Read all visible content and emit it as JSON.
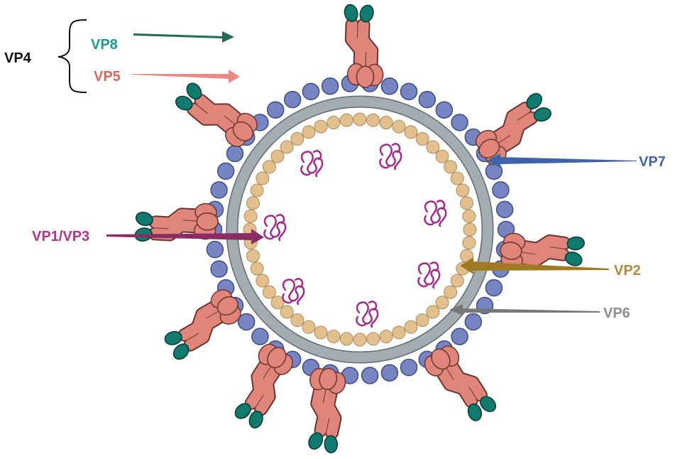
{
  "labels": {
    "vp4": "VP4",
    "vp8": "VP8",
    "vp5": "VP5",
    "vp7": "VP7",
    "vp1_vp3": "VP1/VP3",
    "vp2": "VP2",
    "vp6": "VP6"
  },
  "colors": {
    "vp4": "#111111",
    "vp8": "#1a9a8c",
    "vp8_arrow": "#1f6b55",
    "vp5": "#d4695e",
    "vp5_arrow": "#ea8a84",
    "vp7": "#3f63ab",
    "vp7_bead": "#7684c2",
    "vp1_vp3": "#b5338f",
    "vp1_vp3_arrow": "#8a2d63",
    "vp2": "#b08a35",
    "vp2_arrow": "#a07a22",
    "vp2_bead": "#e2c08e",
    "vp6": "#8c8c8c",
    "vp6_arrow": "#777777",
    "vp6_ring": "#a3acb0",
    "spike_stalk": "#e0857a",
    "spike_head": "#117a6e",
    "rna": "#a52a8c"
  },
  "icons": {
    "spike": "vp4-spike-icon",
    "rna": "rna-genome-segment-icon",
    "bracket": "curly-brace-icon"
  }
}
